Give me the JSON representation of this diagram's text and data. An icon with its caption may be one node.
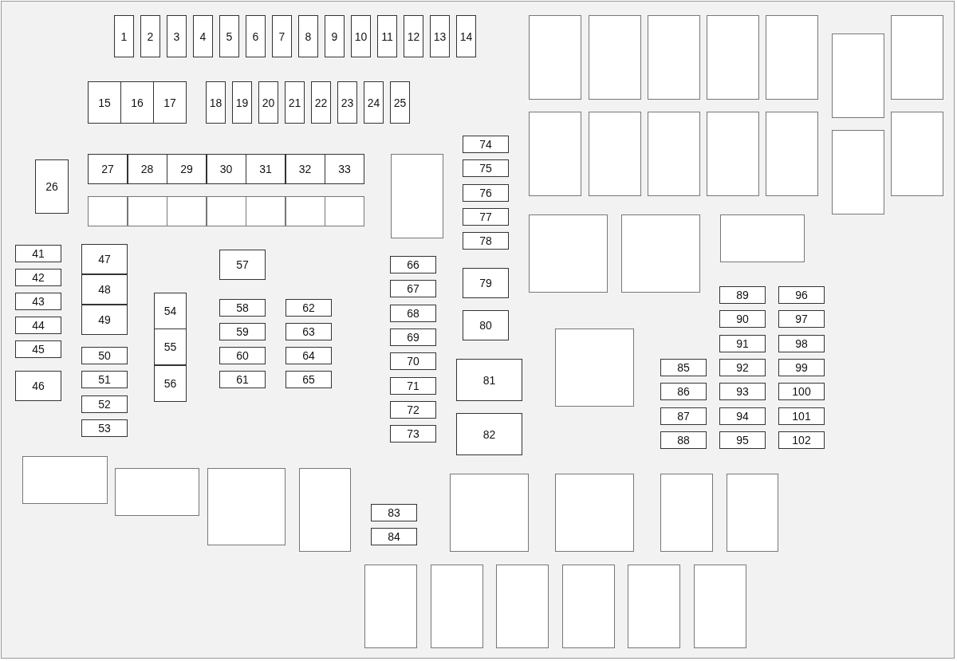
{
  "diagram": {
    "nodes": [
      {
        "text": [
          "1"
        ]
      },
      {
        "text": [
          "2"
        ]
      },
      {
        "text": [
          "3"
        ]
      },
      {
        "text": [
          "4"
        ]
      },
      {
        "text": [
          "5"
        ]
      },
      {
        "text": [
          "6"
        ]
      },
      {
        "text": [
          "7"
        ]
      },
      {
        "text": [
          "8"
        ]
      },
      {
        "text": [
          "9"
        ]
      },
      {
        "text": [
          "10"
        ]
      },
      {
        "text": [
          "11"
        ]
      },
      {
        "text": [
          "12"
        ]
      },
      {
        "text": [
          "13"
        ]
      },
      {
        "text": [
          "14"
        ]
      },
      {
        "text": [
          "15"
        ]
      },
      {
        "text": [
          "16"
        ]
      },
      {
        "text": [
          "17"
        ]
      },
      {
        "text": [
          "18"
        ]
      },
      {
        "text": [
          "19"
        ]
      },
      {
        "text": [
          "20"
        ]
      },
      {
        "text": [
          "21"
        ]
      },
      {
        "text": [
          "22"
        ]
      },
      {
        "text": [
          "23"
        ]
      },
      {
        "text": [
          "24"
        ]
      },
      {
        "text": [
          "25"
        ]
      },
      {
        "text": [
          "26"
        ]
      },
      {
        "text": [
          "27"
        ]
      },
      {
        "text": [
          "28"
        ]
      },
      {
        "text": [
          "29"
        ]
      },
      {
        "text": [
          "30"
        ]
      },
      {
        "text": [
          "31"
        ]
      },
      {
        "text": [
          "32"
        ]
      },
      {
        "text": [
          "33"
        ]
      },
      {
        "text": [],
        "shape": "box"
      },
      {
        "text": [],
        "shape": "box"
      },
      {
        "text": [],
        "shape": "box"
      },
      {
        "text": [],
        "shape": "box"
      },
      {
        "text": [],
        "shape": "box"
      },
      {
        "text": [],
        "shape": "box"
      },
      {
        "text": [],
        "shape": "box"
      },
      {
        "text": [
          "41"
        ]
      },
      {
        "text": [
          "42"
        ]
      },
      {
        "text": [
          "43"
        ]
      },
      {
        "text": [
          "44"
        ]
      },
      {
        "text": [
          "45"
        ]
      },
      {
        "text": [
          "46"
        ]
      },
      {
        "text": [
          "47"
        ]
      },
      {
        "text": [
          "48"
        ]
      },
      {
        "text": [
          "49"
        ]
      },
      {
        "text": [
          "50"
        ]
      },
      {
        "text": [
          "51"
        ]
      },
      {
        "text": [
          "52"
        ]
      },
      {
        "text": [
          "53"
        ]
      },
      {
        "text": [
          "54"
        ]
      },
      {
        "text": [
          "55"
        ]
      },
      {
        "text": [
          "56"
        ]
      },
      {
        "text": [
          "57"
        ]
      },
      {
        "text": [
          "58"
        ]
      },
      {
        "text": [
          "59"
        ]
      },
      {
        "text": [
          "60"
        ]
      },
      {
        "text": [
          "61"
        ]
      },
      {
        "text": [
          "62"
        ]
      },
      {
        "text": [
          "63"
        ]
      },
      {
        "text": [
          "64"
        ]
      },
      {
        "text": [
          "65"
        ]
      },
      {
        "text": [
          "66"
        ]
      },
      {
        "text": [
          "67"
        ]
      },
      {
        "text": [
          "68"
        ]
      },
      {
        "text": [
          "69"
        ]
      },
      {
        "text": [
          "70"
        ]
      },
      {
        "text": [
          "71"
        ]
      },
      {
        "text": [
          "72"
        ]
      },
      {
        "text": [
          "73"
        ]
      },
      {
        "text": [
          "74"
        ]
      },
      {
        "text": [
          "75"
        ]
      },
      {
        "text": [
          "76"
        ]
      },
      {
        "text": [
          "77"
        ]
      },
      {
        "text": [
          "78"
        ]
      },
      {
        "text": [
          "79"
        ]
      },
      {
        "text": [
          "80"
        ]
      },
      {
        "text": [
          "81"
        ]
      },
      {
        "text": [
          "82"
        ]
      },
      {
        "text": [
          "83"
        ]
      },
      {
        "text": [
          "84"
        ]
      },
      {
        "text": [
          "85"
        ]
      },
      {
        "text": [
          "86"
        ]
      },
      {
        "text": [
          "87"
        ]
      },
      {
        "text": [
          "88"
        ]
      },
      {
        "text": [
          "89"
        ]
      },
      {
        "text": [
          "90"
        ]
      },
      {
        "text": [
          "91"
        ]
      },
      {
        "text": [
          "92"
        ]
      },
      {
        "text": [
          "93"
        ]
      },
      {
        "text": [
          "94"
        ]
      },
      {
        "text": [
          "95"
        ]
      },
      {
        "text": [
          "96"
        ]
      },
      {
        "text": [
          "97"
        ]
      },
      {
        "text": [
          "98"
        ]
      },
      {
        "text": [
          "99"
        ]
      },
      {
        "text": [
          "100"
        ]
      },
      {
        "text": [
          "101"
        ]
      },
      {
        "text": [
          "102"
        ]
      },
      {
        "text": [],
        "shape": "box"
      },
      {
        "text": [],
        "shape": "box"
      },
      {
        "text": [],
        "shape": "box"
      },
      {
        "text": [],
        "shape": "box"
      },
      {
        "text": [],
        "shape": "box"
      },
      {
        "text": [],
        "shape": "box"
      },
      {
        "text": [],
        "shape": "box"
      },
      {
        "text": [],
        "shape": "box"
      },
      {
        "text": [],
        "shape": "box"
      },
      {
        "text": [],
        "shape": "box"
      },
      {
        "text": [],
        "shape": "box"
      },
      {
        "text": [],
        "shape": "box"
      },
      {
        "text": [],
        "shape": "box"
      },
      {
        "text": [],
        "shape": "box"
      },
      {
        "text": [],
        "shape": "box"
      },
      {
        "text": [],
        "shape": "box"
      },
      {
        "text": [],
        "shape": "box"
      },
      {
        "text": [],
        "shape": "box"
      },
      {
        "text": [],
        "shape": "box"
      },
      {
        "text": [],
        "shape": "box"
      },
      {
        "text": [],
        "shape": "box"
      },
      {
        "text": [],
        "shape": "box"
      },
      {
        "text": [],
        "shape": "box"
      },
      {
        "text": [],
        "shape": "box"
      },
      {
        "text": [],
        "shape": "box"
      },
      {
        "text": [],
        "shape": "box"
      },
      {
        "text": [],
        "shape": "box"
      },
      {
        "text": [],
        "shape": "box"
      },
      {
        "text": [],
        "shape": "box"
      },
      {
        "text": [],
        "shape": "box"
      },
      {
        "text": [],
        "shape": "box"
      },
      {
        "text": [],
        "shape": "box"
      },
      {
        "text": [],
        "shape": "box"
      }
    ],
    "edges": []
  }
}
